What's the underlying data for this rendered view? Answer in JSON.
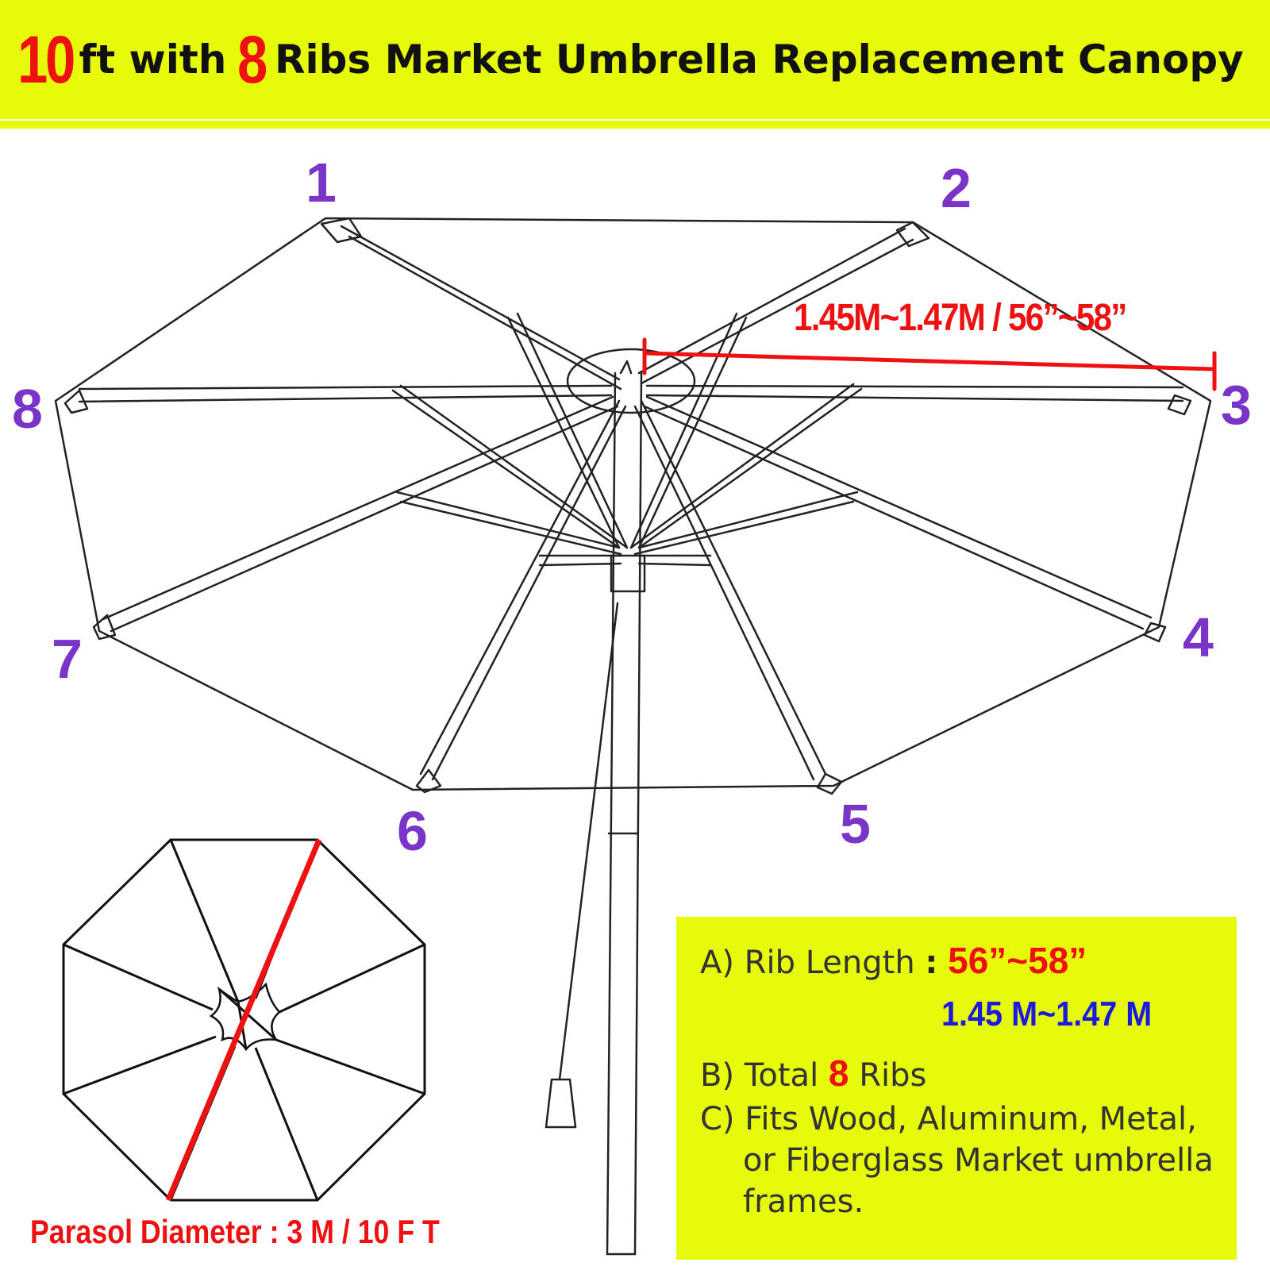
{
  "header": {
    "size_number": "10",
    "text_a": "ft with",
    "rib_number": "8",
    "text_b": "Ribs Market Umbrella Replacement Canopy"
  },
  "rib_labels": [
    "1",
    "2",
    "3",
    "4",
    "5",
    "6",
    "7",
    "8"
  ],
  "measurement_label": "1.45M~1.47M / 56”~58”",
  "diameter_label": "Parasol Diameter :  3 M /  10 F T",
  "specs": {
    "a_label": "A) Rib Length",
    "a_colon": ":",
    "a_inches": "56”~58”",
    "a_meters": "1.45 M~1.47 M",
    "b_prefix": "B) Total",
    "b_number": "8",
    "b_suffix": "Ribs",
    "c_line1": "C) Fits Wood, Aluminum, Metal,",
    "c_line2": "or Fiberglass Market umbrella",
    "c_line3": "frames."
  },
  "colors": {
    "banner": "#e6fa0a",
    "accent_red": "#ee1111",
    "rib_number_purple": "#7a35c8",
    "meter_blue": "#1a1ae0"
  }
}
